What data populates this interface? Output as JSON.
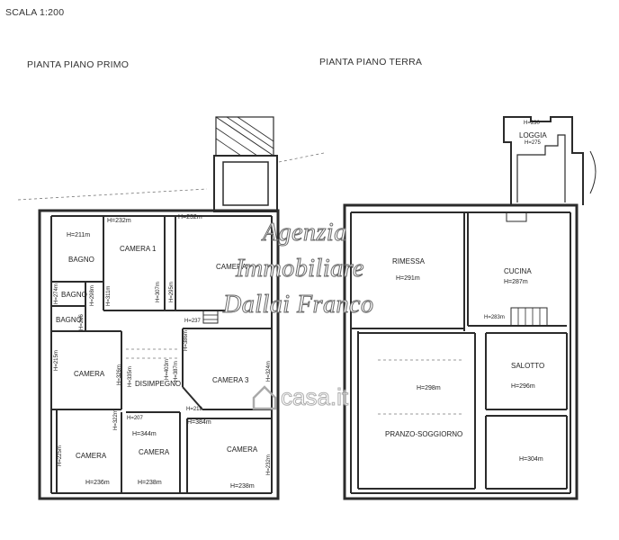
{
  "header": {
    "scale": "SCALA 1:200",
    "title_first_floor": "PIANTA PIANO PRIMO",
    "title_ground_floor": "PIANTA PIANO TERRA"
  },
  "watermark": {
    "line1": "Agenzia",
    "line2": "Immobiliare",
    "line3": "Dallai Franco",
    "logo_text": "casa.it"
  },
  "first_floor": {
    "bagno_top": {
      "label": "BAGNO",
      "height": "H=211m"
    },
    "camera1": {
      "label": "CAMERA 1",
      "height": "H=232m"
    },
    "camera_main": {
      "label": "CAMERA",
      "height": "H=232m"
    },
    "bagno_mid": {
      "label": "BAGNO",
      "height": "H=274m"
    },
    "bagno_small": {
      "label": "BAGNO",
      "height": "H=266"
    },
    "camera_left": {
      "label": "CAMERA",
      "height": "H=215m"
    },
    "disimpegno": {
      "label": "DISIMPEGNO"
    },
    "camera3": {
      "label": "CAMERA 3",
      "height": "H=324m"
    },
    "camera_bl": {
      "label": "CAMERA",
      "height_left": "H=225m",
      "height_bottom": "H=236m"
    },
    "camera_bm": {
      "label": "CAMERA",
      "height_top": "H=344m",
      "height_bottom": "H=238m"
    },
    "camera_br": {
      "label": "CAMERA",
      "height_top": "H=384m",
      "height_bottom": "H=238m",
      "height_right": "H=232m"
    },
    "small_labels": [
      "H=298m",
      "H=311m",
      "H=307m",
      "H=295m",
      "H=326m",
      "H=335m",
      "H=403m",
      "H=387m",
      "H=386m",
      "H=322m",
      "H=207",
      "H=218",
      "H=237"
    ]
  },
  "ground_floor": {
    "loggia": {
      "label": "LOGGIA",
      "height": "H=275",
      "height_top": "H=230"
    },
    "rimessa": {
      "label": "RIMESSA",
      "height": "H=291m"
    },
    "cucina": {
      "label": "CUCINA",
      "height": "H=287m"
    },
    "stair_height": "H=283m",
    "pranzo": {
      "label": "PRANZO-SOGGIORNO",
      "height": "H=298m"
    },
    "salotto": {
      "label": "SALOTTO",
      "height": "H=296m"
    },
    "room_br": {
      "height": "H=304m"
    }
  }
}
